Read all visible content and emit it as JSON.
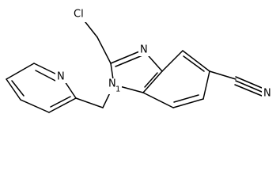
{
  "molecule": {
    "atom_labels": {
      "chlorine": "Cl",
      "imidazole_nitrogen": "N",
      "n1_nitrogen": "N",
      "n1_locant": "1",
      "pyridine_nitrogen": "N",
      "nitrile_nitrogen": "N"
    }
  },
  "colors": {
    "bond": "#000000",
    "background": "#ffffff"
  }
}
